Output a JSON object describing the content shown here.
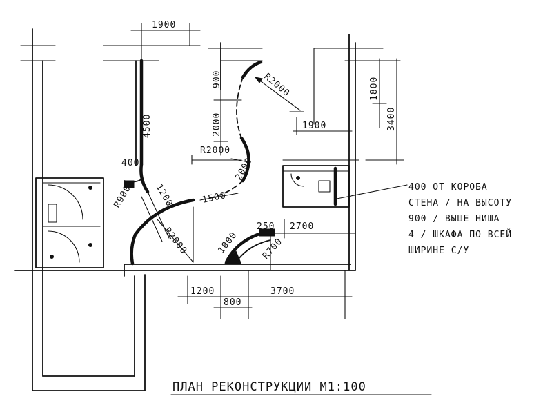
{
  "title": "ПЛАН РЕКОНСТРУКЦИИ М1:100",
  "dimensions": {
    "top_1900": "1900",
    "wall_4500": "4500",
    "dim_900_top": "900",
    "r_2000_top": "R2000",
    "dim_2000_left": "2000",
    "r_2000_mid": "R2000",
    "dim_2000_curve": "2000",
    "dim_1900_right": "1900",
    "dim_1800": "1800",
    "dim_3400": "3400",
    "dim_400": "400",
    "r_900": "R900",
    "dim_1200_diag": "1200",
    "dim_1500": "1500",
    "r_2000_bottom": "R2000",
    "dim_1000": "1000",
    "dim_250": "250",
    "dim_2700": "2700",
    "r_700": "R700",
    "bottom_1200": "1200",
    "bottom_800": "800",
    "bottom_3700": "3700"
  },
  "note": {
    "lines": [
      "400 ОТ КОРОБА",
      "СТЕНА / НА ВЫСОТУ",
      "900 / ВЫШЕ–НИША",
      "4 / ШКАФА ПО ВСЕЙ",
      "ШИРИНЕ С/У"
    ]
  }
}
